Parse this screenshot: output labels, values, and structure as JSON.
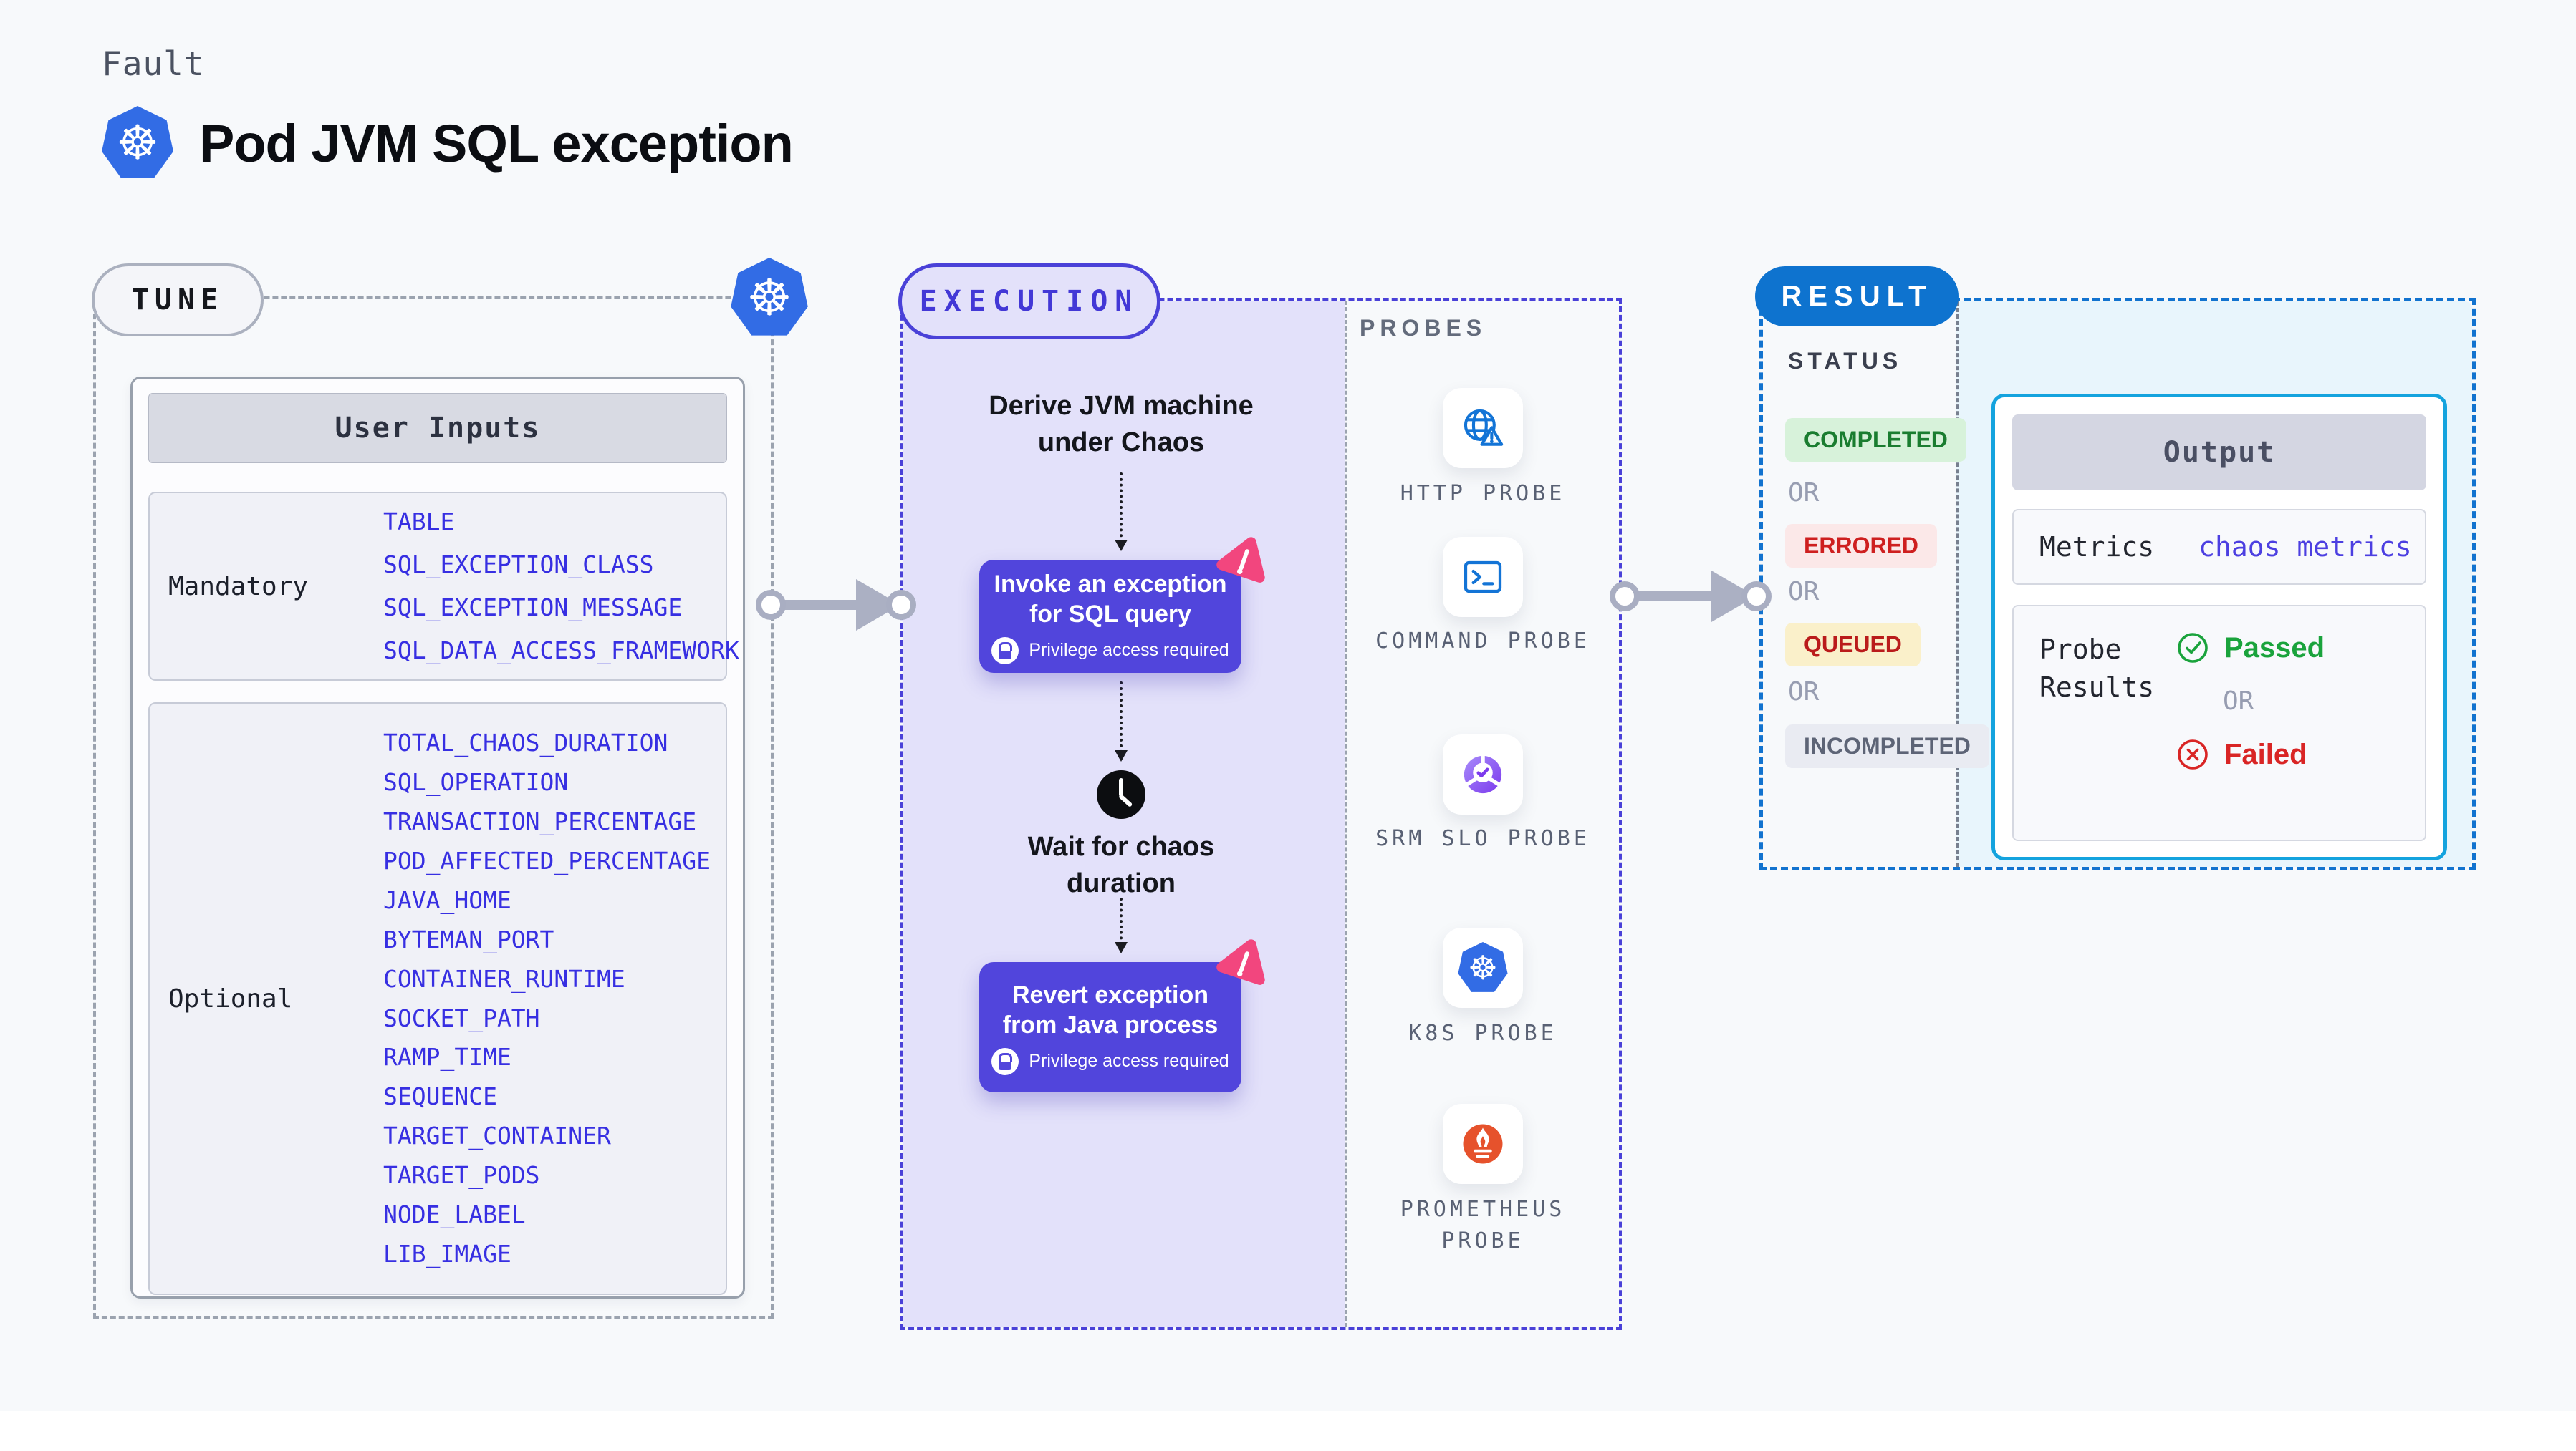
{
  "page": {
    "fault_label": "Fault",
    "title": "Pod JVM SQL exception"
  },
  "tune": {
    "badge": "TUNE",
    "table_header": "User Inputs",
    "mandatory": {
      "label": "Mandatory",
      "items": [
        "TABLE",
        "SQL_EXCEPTION_CLASS",
        "SQL_EXCEPTION_MESSAGE",
        "SQL_DATA_ACCESS_FRAMEWORK"
      ]
    },
    "optional": {
      "label": "Optional",
      "items": [
        "TOTAL_CHAOS_DURATION",
        "SQL_OPERATION",
        "TRANSACTION_PERCENTAGE",
        "POD_AFFECTED_PERCENTAGE",
        "JAVA_HOME",
        "BYTEMAN_PORT",
        "CONTAINER_RUNTIME",
        "SOCKET_PATH",
        "RAMP_TIME",
        "SEQUENCE",
        "TARGET_CONTAINER",
        "TARGET_PODS",
        "NODE_LABEL",
        "LIB_IMAGE"
      ]
    }
  },
  "execution": {
    "badge": "EXECUTION",
    "derive_step": "Derive JVM machine under Chaos",
    "invoke_step": "Invoke an exception for SQL query",
    "wait_step": "Wait for chaos duration",
    "revert_step": "Revert exception from Java process",
    "privilege_note": "Privilege access required"
  },
  "probes": {
    "label": "PROBES",
    "items": [
      {
        "name": "HTTP PROBE",
        "icon": "globe-alert-icon"
      },
      {
        "name": "COMMAND PROBE",
        "icon": "terminal-icon"
      },
      {
        "name": "SRM SLO PROBE",
        "icon": "slo-donut-icon"
      },
      {
        "name": "K8S PROBE",
        "icon": "kubernetes-icon"
      },
      {
        "name": "PROMETHEUS PROBE",
        "icon": "prometheus-icon"
      }
    ]
  },
  "result": {
    "badge": "RESULT",
    "status_label": "STATUS",
    "or_label": "OR",
    "statuses": [
      "COMPLETED",
      "ERRORED",
      "QUEUED",
      "INCOMPLETED"
    ],
    "output": {
      "header": "Output",
      "metrics_label": "Metrics",
      "metrics_value": "chaos metrics",
      "probe_results_label": "Probe Results",
      "passed": "Passed",
      "failed": "Failed"
    }
  },
  "colors": {
    "execution_accent": "#4a41d8",
    "action_box_purple": "#5145dc",
    "result_blue": "#0e73cf",
    "output_border": "#14a3de",
    "kubernetes_blue": "#326ce5",
    "prometheus_orange": "#e6522c",
    "chaos_pink": "#f2467e",
    "passed_green": "#1aa33c",
    "failed_red": "#d92525",
    "completed_green": "#1a7d30",
    "errored_red": "#ce1f1f",
    "field_indigo": "#372fe2"
  }
}
